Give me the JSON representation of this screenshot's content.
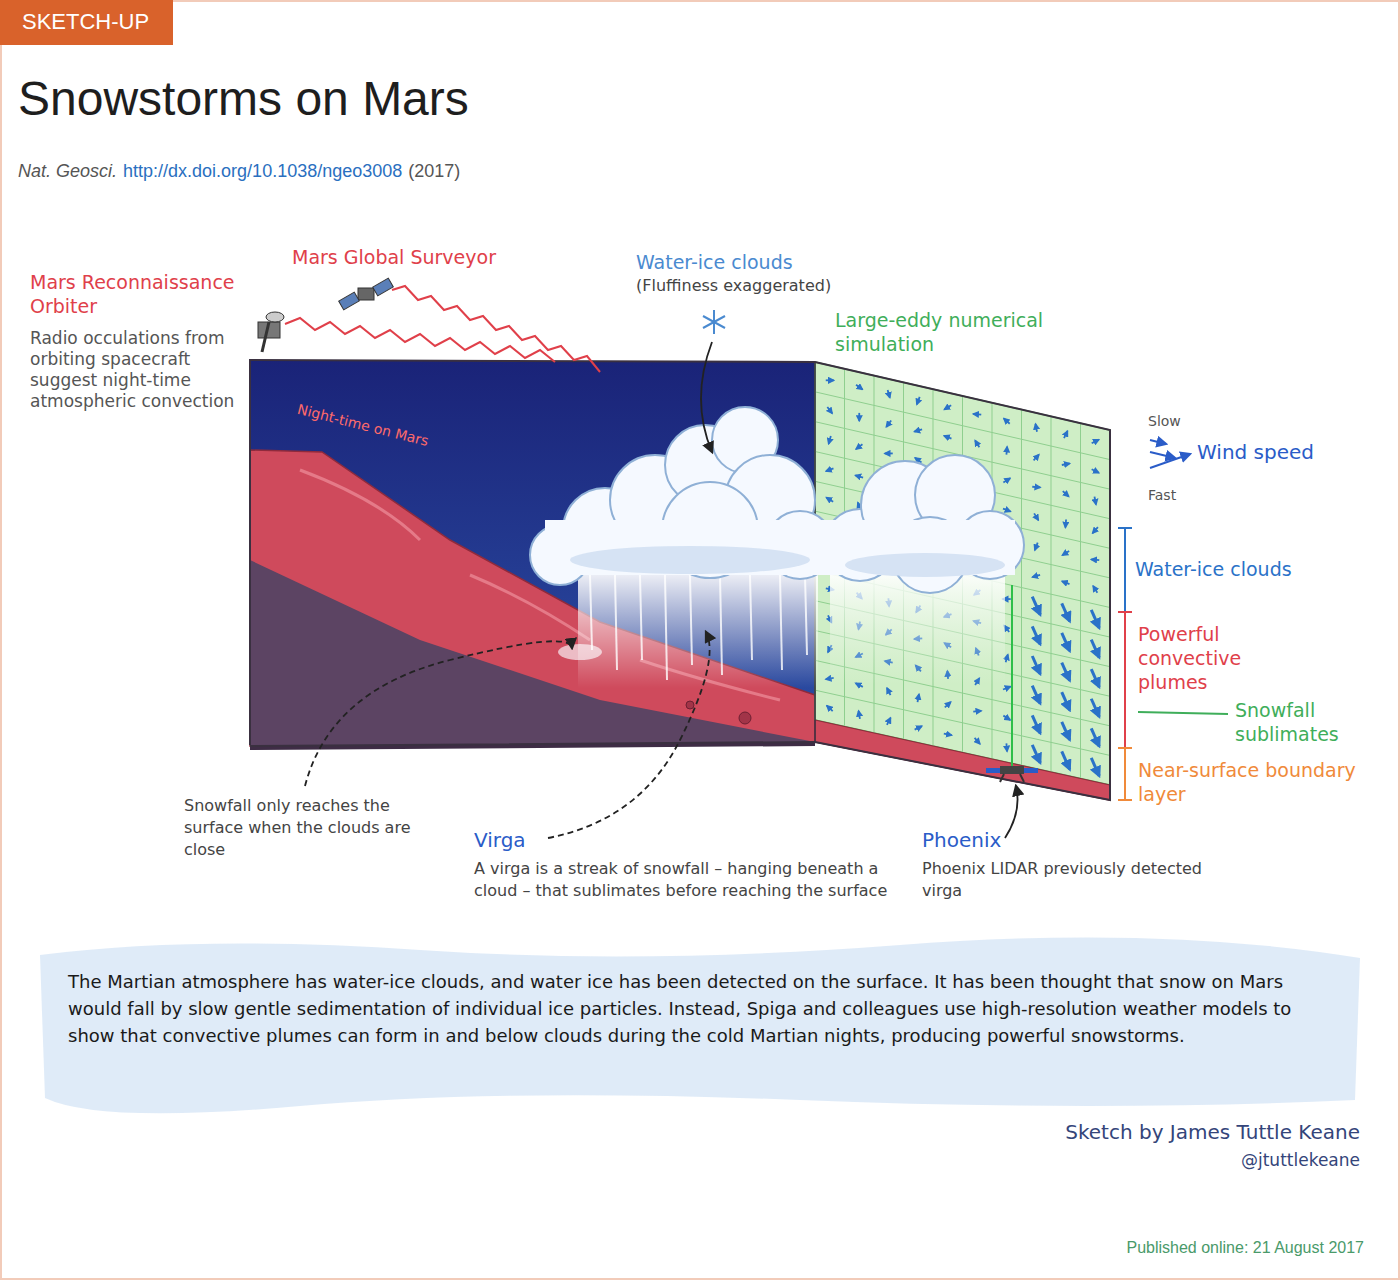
{
  "diagram": {
    "title": "Snowstorms on Mars",
    "caption": "The Martian atmosphere has water-ice clouds, and water ice has been detected on the surface. It has been thought that snow on Mars would fall by slow gentle sedimentation of individual ice particles. Instead, Spiga and colleagues use high-resolution weather models to show that convective plumes can form in and below clouds during the cold Martian nights, producing powerful snowstorms.",
    "nodes": [
      {
        "text": [
          "SKETCH-UP"
        ]
      }
    ],
    "labels": [
      "Nat. Geosci.",
      "http://dx.doi.org/10.1038/ngeo3008",
      "(2017)",
      "Mars Reconnaissance Orbiter",
      "Radio occulations from orbiting spacecraft suggest night-time atmospheric convection",
      "Mars Global Surveyor",
      "Water-ice clouds",
      "(Fluffiness exaggerated)",
      "Large-eddy numerical simulation",
      "Night-time on Mars",
      "Slow",
      "Fast",
      "Water-ice clouds",
      "Powerful convective plumes",
      "Snowfall sublimates",
      "Near-surface boundary layer",
      "Snowfall only reaches the surface when the clouds are close",
      "Virga",
      "A virga is a streak of snowfall – hanging beneath a cloud – that sublimates before reaching the surface",
      "Phoenix",
      "Phoenix LIDAR previously detected virga",
      "Sketch by James Tuttle Keane",
      "@jtuttlekeane",
      "Published online: 21 August 2017"
    ],
    "legend": [
      {
        "text": "Wind speed"
      }
    ]
  }
}
